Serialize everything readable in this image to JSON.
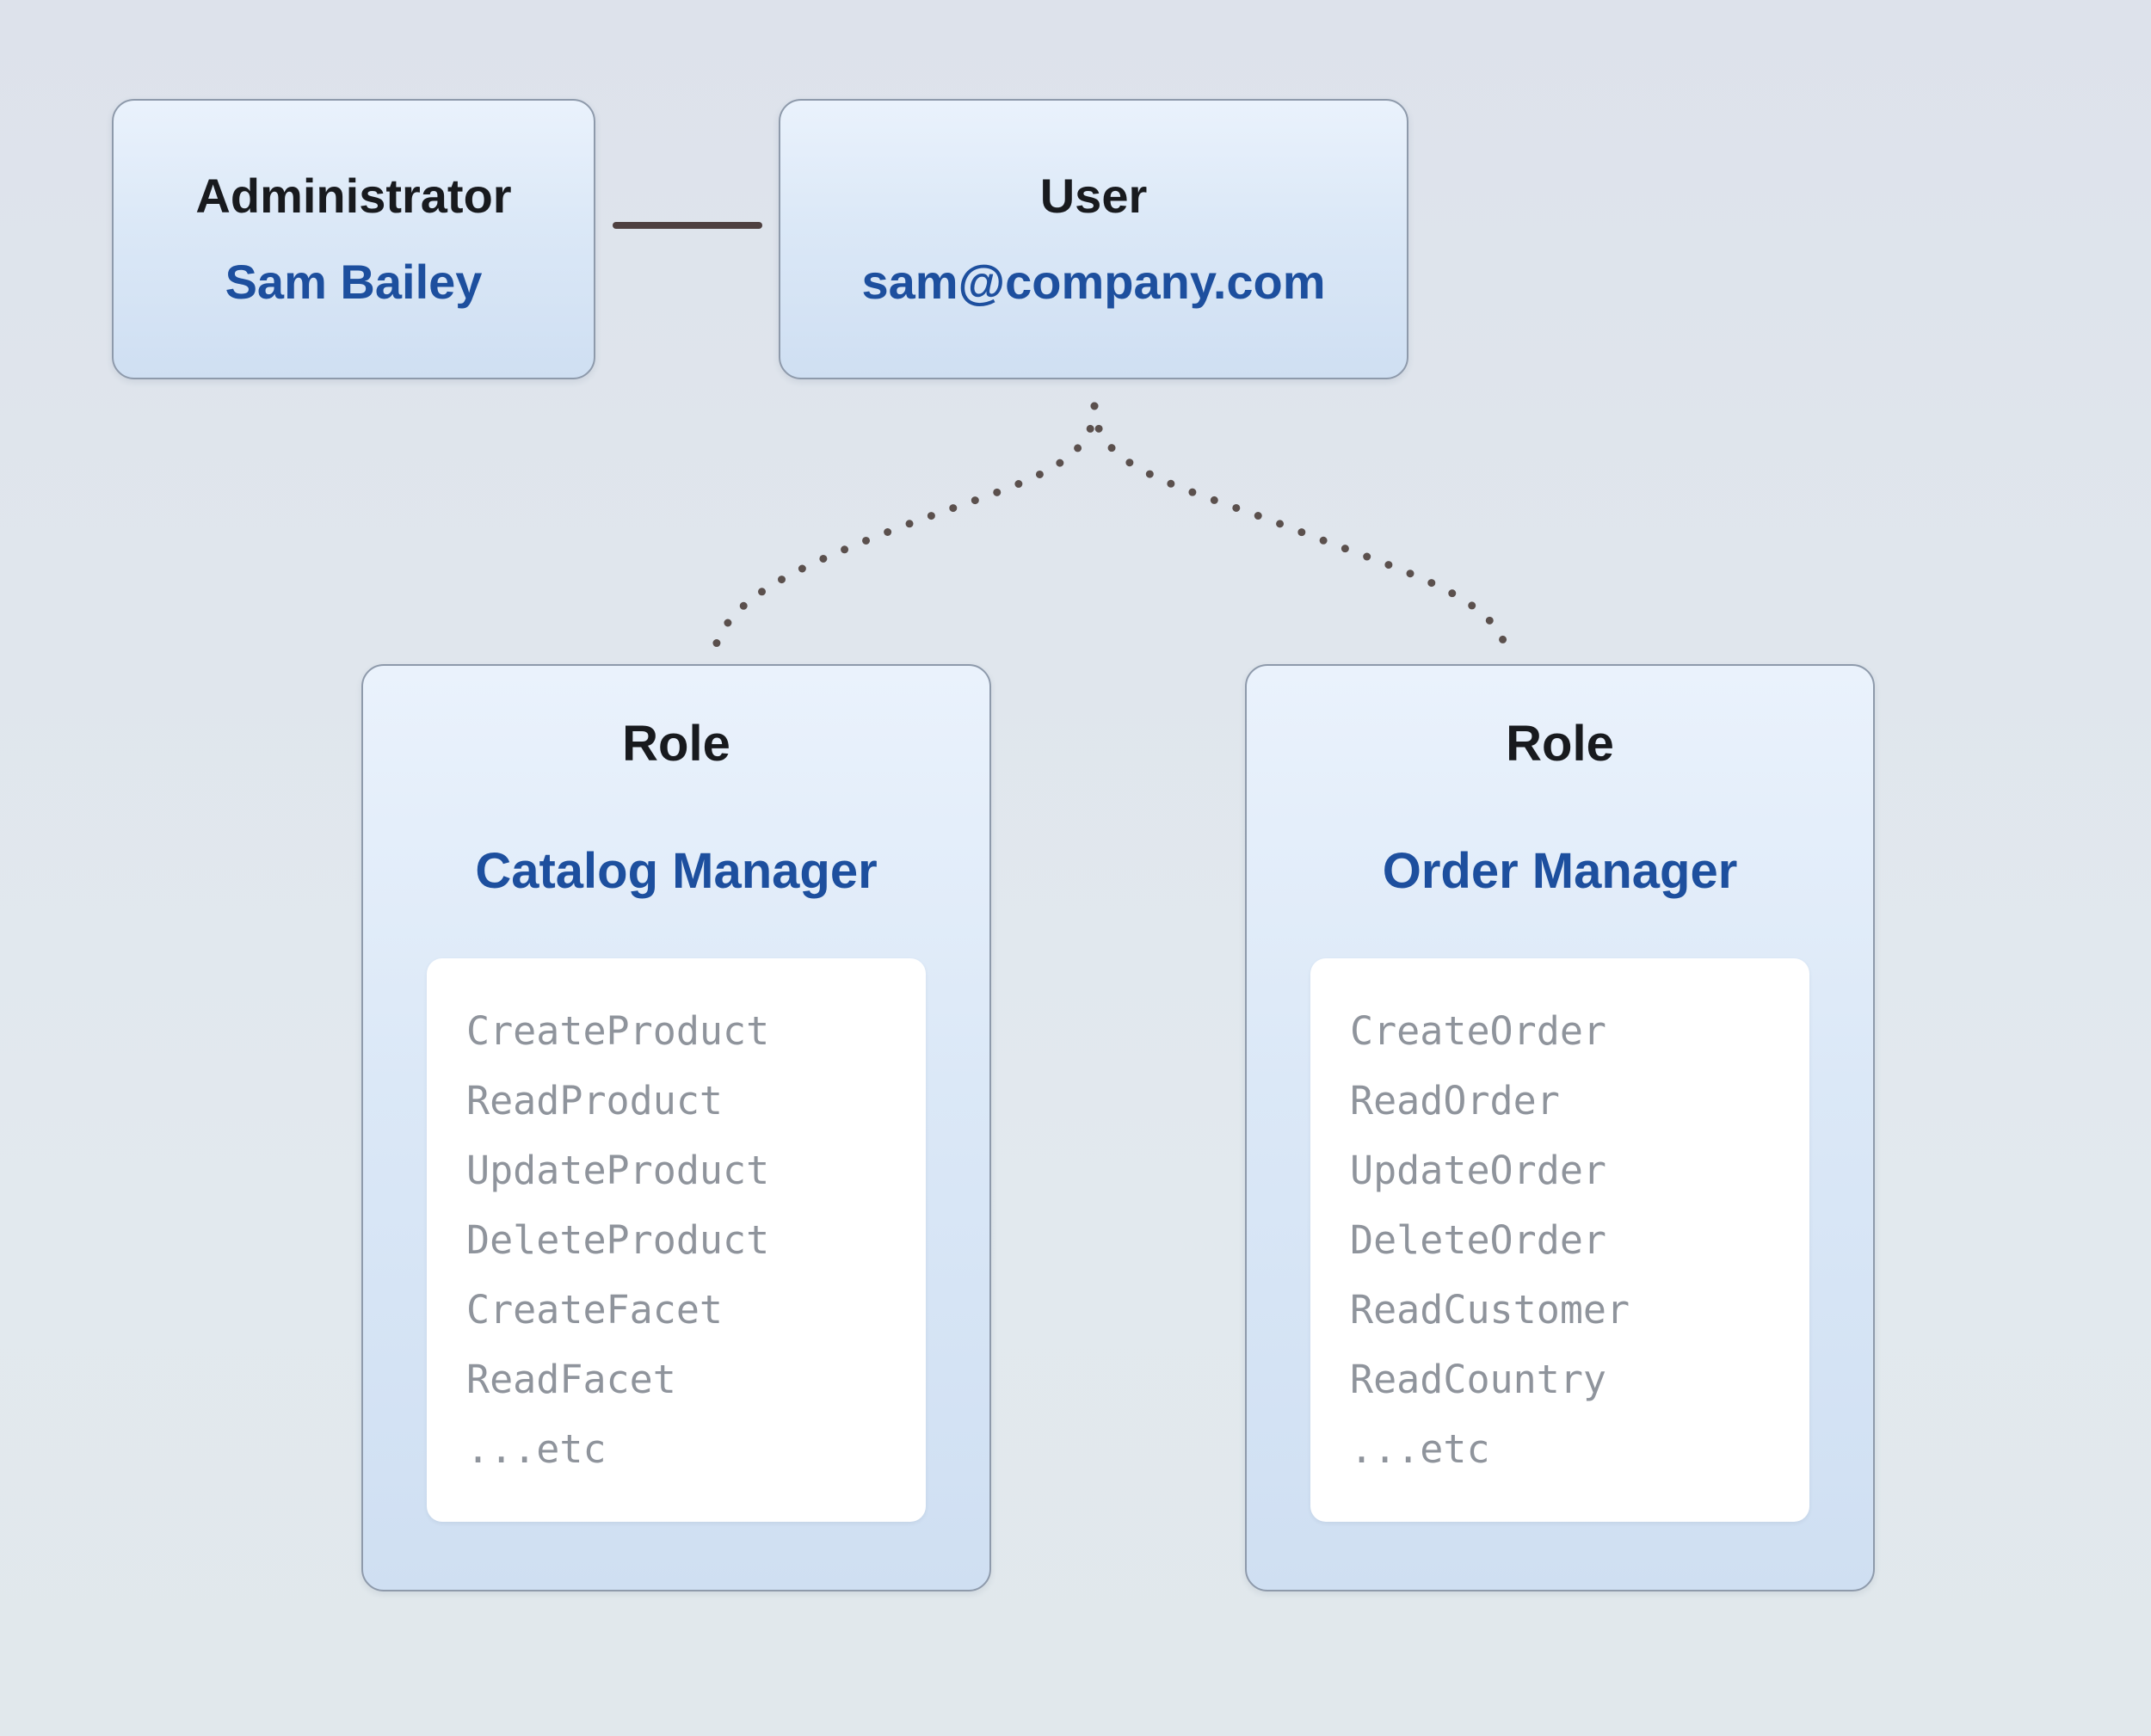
{
  "diagram": {
    "administrator": {
      "title": "Administrator",
      "name": "Sam Bailey"
    },
    "user": {
      "title": "User",
      "email": "sam@company.com"
    },
    "roles": [
      {
        "title": "Role",
        "name": "Catalog Manager",
        "permissions": [
          "CreateProduct",
          "ReadProduct",
          "UpdateProduct",
          "DeleteProduct",
          "CreateFacet",
          "ReadFacet",
          "...etc"
        ]
      },
      {
        "title": "Role",
        "name": "Order Manager",
        "permissions": [
          "CreateOrder",
          "ReadOrder",
          "UpdateOrder",
          "DeleteOrder",
          "ReadCustomer",
          "ReadCountry",
          "...etc"
        ]
      }
    ],
    "colors": {
      "accent_text": "#1d4f9e",
      "heading_text": "#181a1e",
      "permission_text": "#8f949c",
      "box_border": "#8e9aab",
      "box_gradient_top": "#eaf2fc",
      "box_gradient_bottom": "#cfdff2",
      "connector_solid": "#4e4040",
      "connector_dotted": "#5b504d",
      "background_top": "#dde2eb",
      "background_bottom": "#e1e8ec"
    }
  }
}
